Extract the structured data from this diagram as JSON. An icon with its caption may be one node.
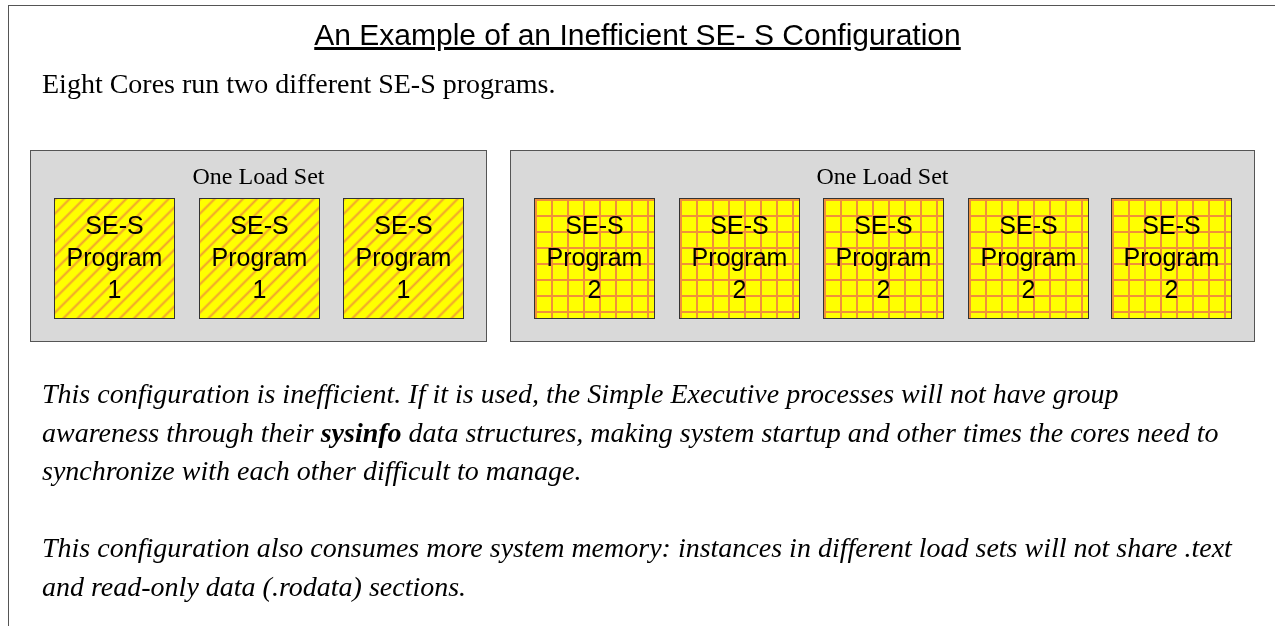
{
  "diagram": {
    "title": "An Example of an Inefficient SE- S Configuration",
    "nodes": [
      {
        "text": [
          "One Load Set"
        ]
      },
      {
        "text": [
          "SE-S Program 1"
        ],
        "in": 0
      },
      {
        "text": [
          "SE-S Program 1"
        ],
        "in": 0
      },
      {
        "text": [
          "SE-S Program 1"
        ],
        "in": 0
      },
      {
        "text": [
          "One Load Set"
        ]
      },
      {
        "text": [
          "SE-S Program 2"
        ],
        "in": 4
      },
      {
        "text": [
          "SE-S Program 2"
        ],
        "in": 4
      },
      {
        "text": [
          "SE-S Program 2"
        ],
        "in": 4
      },
      {
        "text": [
          "SE-S Program 2"
        ],
        "in": 4
      },
      {
        "text": [
          "SE-S Program 2"
        ],
        "in": 4
      }
    ],
    "labels": [
      "Eight Cores run two different SE-S programs.",
      "This configuration is inefficient.  If it is used, the Simple Executive processes will not have group awareness through their **sysinfo** data structures, making system startup and other times the cores need to synchronize with each other difficult to manage.",
      "This configuration also consumes more system memory: instances in different load sets will not share .text and read-only data (.rodata) sections."
    ]
  }
}
